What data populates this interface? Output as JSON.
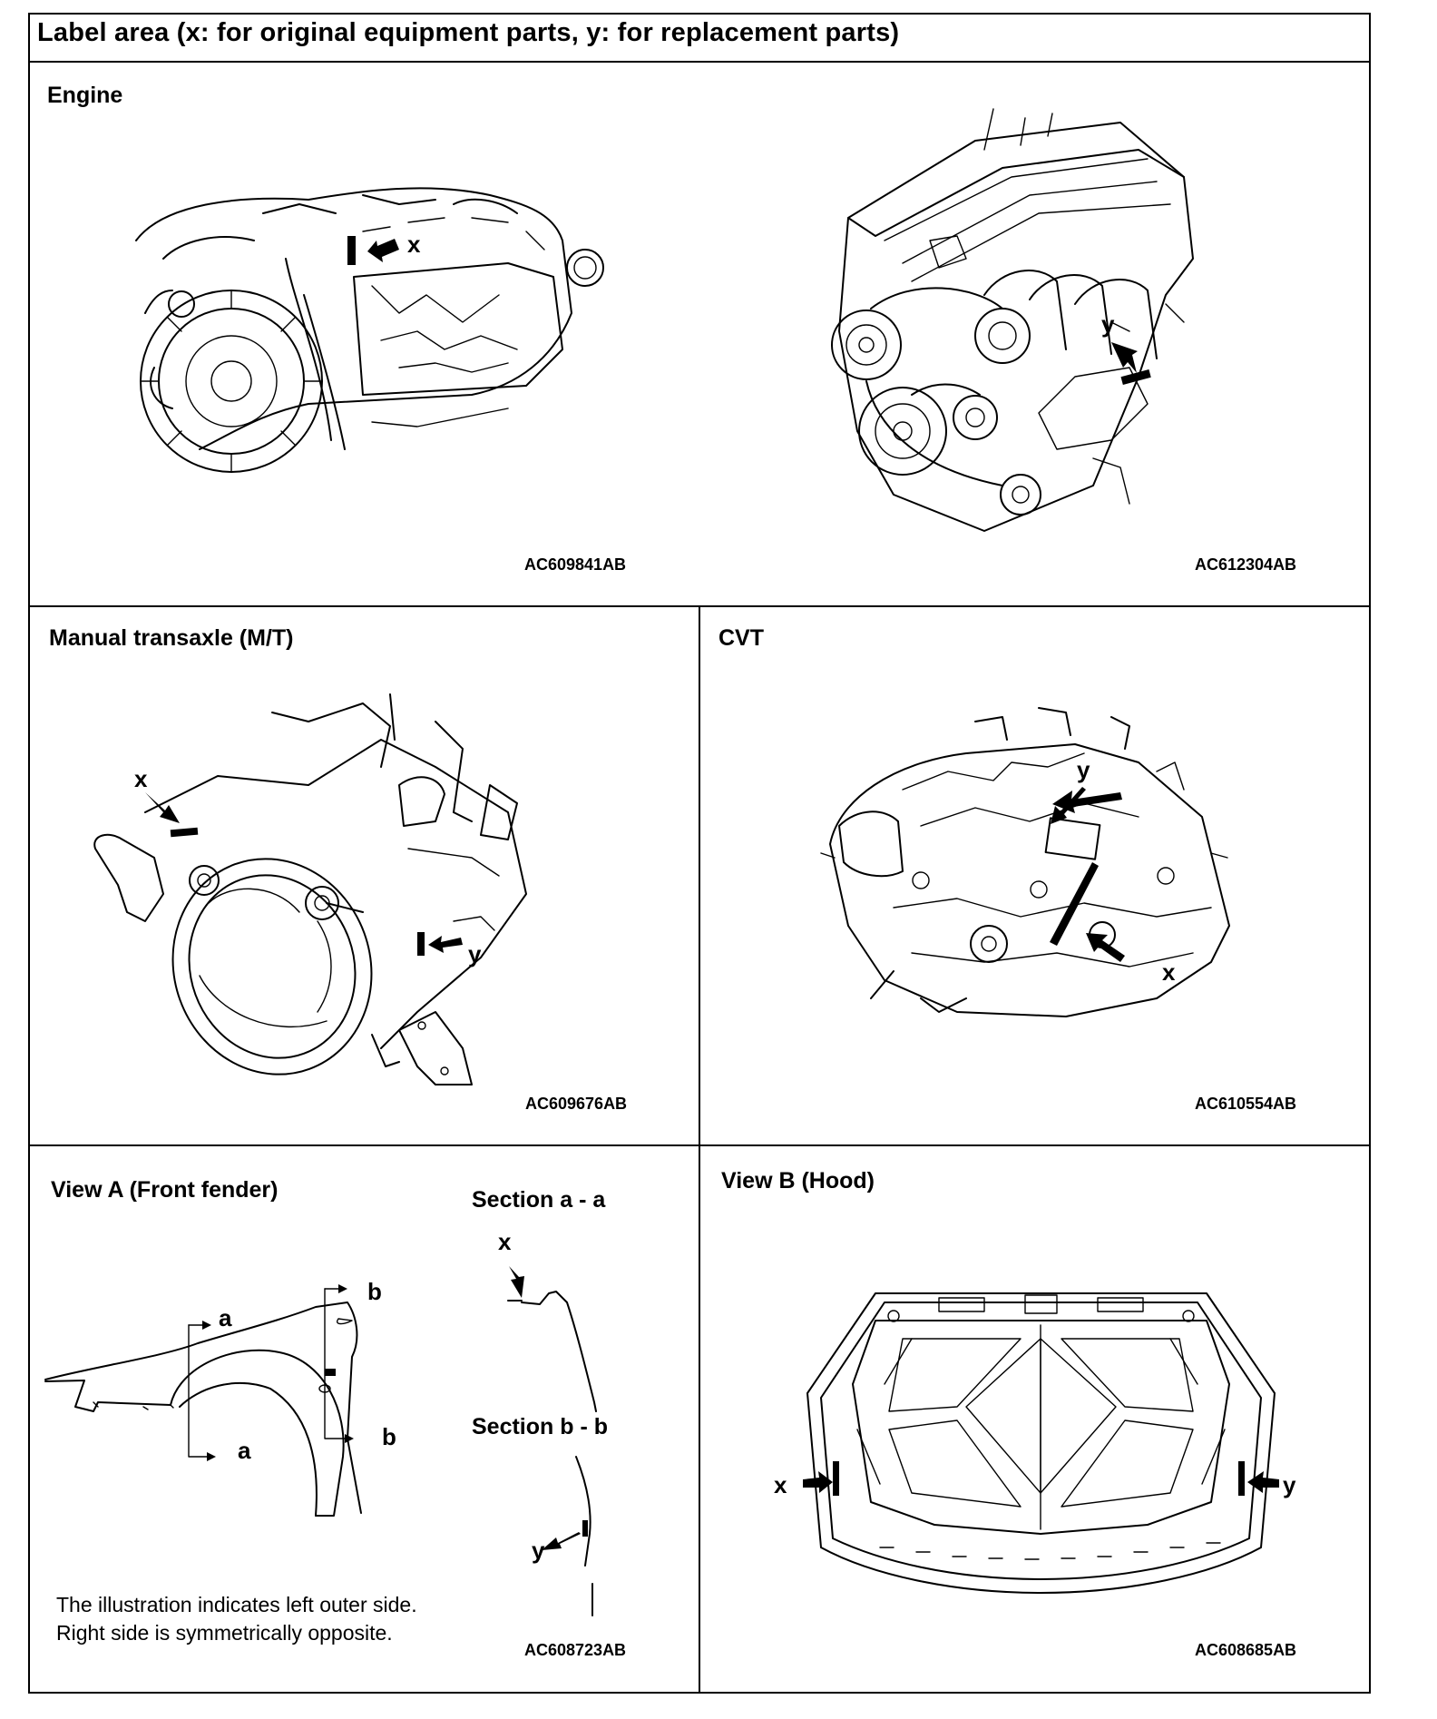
{
  "header": {
    "title": "Label area (x: for original equipment parts, y: for replacement parts)"
  },
  "panels": {
    "engine": {
      "title": "Engine",
      "left": {
        "code": "AC609841AB",
        "label": "x"
      },
      "right": {
        "code": "AC612304AB",
        "label": "y"
      }
    },
    "manual_transaxle": {
      "title": "Manual transaxle (M/T)",
      "code": "AC609676AB",
      "label_x": "x",
      "label_y": "y"
    },
    "cvt": {
      "title": "CVT",
      "code": "AC610554AB",
      "label_x": "x",
      "label_y": "y"
    },
    "view_a": {
      "title": "View A (Front fender)",
      "section_aa": "Section a - a",
      "section_bb": "Section b - b",
      "label_a": "a",
      "label_b": "b",
      "label_x": "x",
      "label_y": "y",
      "note_line1": "The illustration indicates left outer side.",
      "note_line2": "Right side is symmetrically opposite.",
      "code": "AC608723AB"
    },
    "view_b": {
      "title": "View B (Hood)",
      "code": "AC608685AB",
      "label_x": "x",
      "label_y": "y"
    }
  }
}
